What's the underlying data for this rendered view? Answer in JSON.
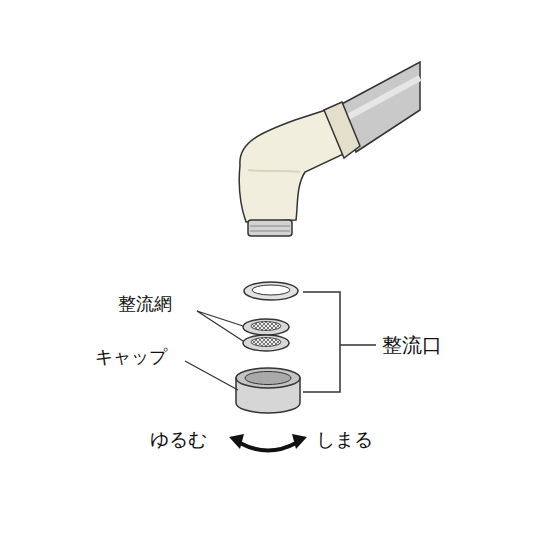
{
  "diagram": {
    "labels": [
      "整流網",
      "キャップ",
      "整流口",
      "ゆるむ",
      "しまる"
    ]
  }
}
